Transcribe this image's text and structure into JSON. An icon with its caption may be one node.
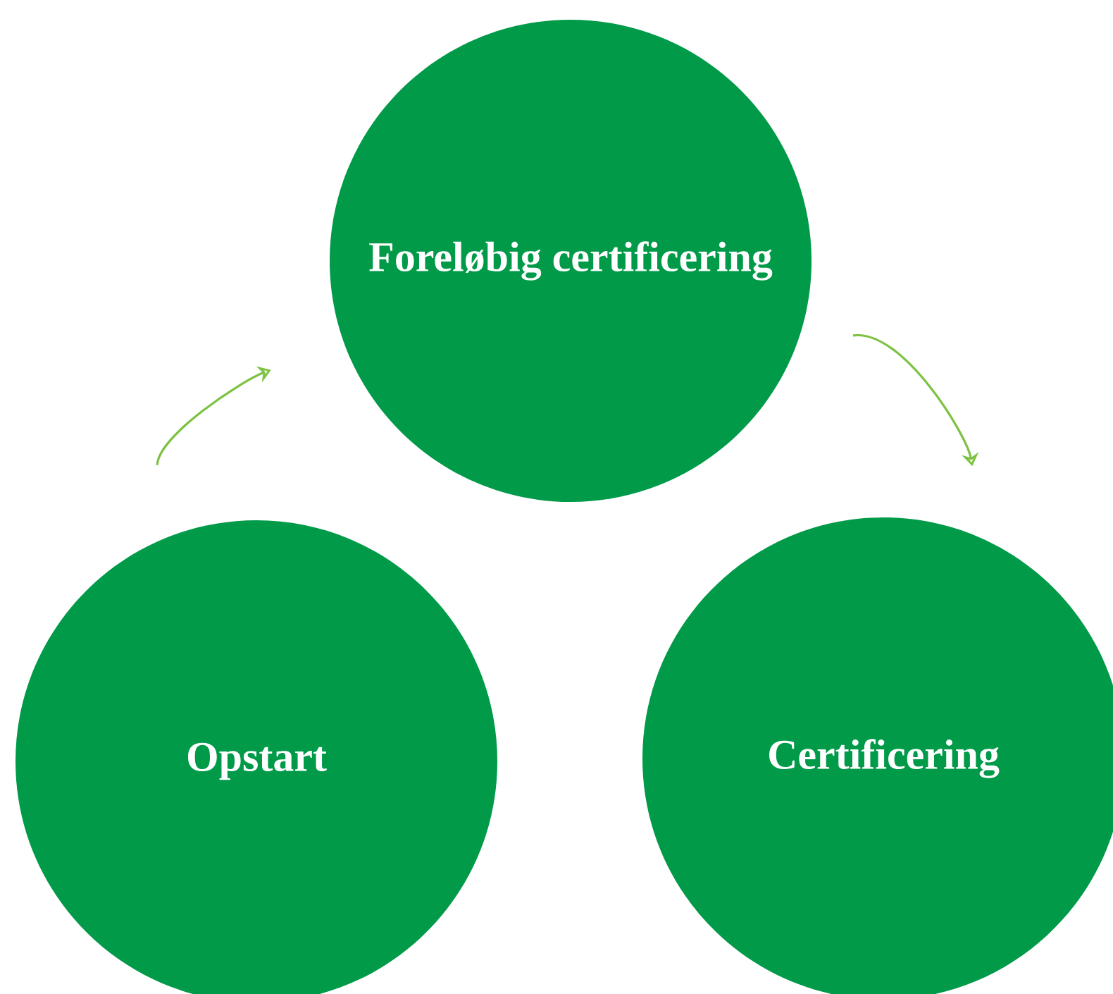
{
  "diagram": {
    "nodes": [
      {
        "text": [
          "Foreløbig certificering"
        ]
      },
      {
        "text": [
          "Opstart"
        ]
      },
      {
        "text": [
          "Certificering"
        ]
      }
    ],
    "edges": [
      {
        "from": 1,
        "to": 0,
        "arrow": "to"
      },
      {
        "from": 0,
        "to": 2,
        "arrow": "to"
      }
    ]
  }
}
